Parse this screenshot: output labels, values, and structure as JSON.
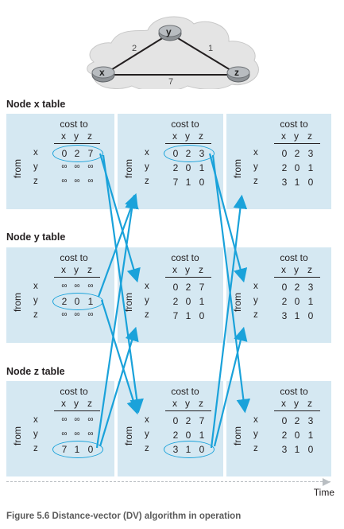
{
  "network": {
    "nodes": [
      "x",
      "y",
      "z"
    ],
    "links": [
      {
        "from": "x",
        "to": "y",
        "cost": "2"
      },
      {
        "from": "y",
        "to": "z",
        "cost": "1"
      },
      {
        "from": "x",
        "to": "z",
        "cost": "7"
      }
    ]
  },
  "labels": {
    "cost_to": "cost to",
    "from": "from",
    "columns": [
      "x",
      "y",
      "z"
    ],
    "rows": [
      "x",
      "y",
      "z"
    ],
    "infinity": "∞",
    "time": "Time"
  },
  "sections": [
    {
      "title": "Node x table",
      "tables": [
        {
          "rows": [
            [
              "0",
              "2",
              "7"
            ],
            [
              "∞",
              "∞",
              "∞"
            ],
            [
              "∞",
              "∞",
              "∞"
            ]
          ],
          "highlight_row": 0
        },
        {
          "rows": [
            [
              "0",
              "2",
              "3"
            ],
            [
              "2",
              "0",
              "1"
            ],
            [
              "7",
              "1",
              "0"
            ]
          ],
          "highlight_row": 0
        },
        {
          "rows": [
            [
              "0",
              "2",
              "3"
            ],
            [
              "2",
              "0",
              "1"
            ],
            [
              "3",
              "1",
              "0"
            ]
          ],
          "highlight_row": null
        }
      ]
    },
    {
      "title": "Node y table",
      "tables": [
        {
          "rows": [
            [
              "∞",
              "∞",
              "∞"
            ],
            [
              "2",
              "0",
              "1"
            ],
            [
              "∞",
              "∞",
              "∞"
            ]
          ],
          "highlight_row": 1
        },
        {
          "rows": [
            [
              "0",
              "2",
              "7"
            ],
            [
              "2",
              "0",
              "1"
            ],
            [
              "7",
              "1",
              "0"
            ]
          ],
          "highlight_row": null
        },
        {
          "rows": [
            [
              "0",
              "2",
              "3"
            ],
            [
              "2",
              "0",
              "1"
            ],
            [
              "3",
              "1",
              "0"
            ]
          ],
          "highlight_row": null
        }
      ]
    },
    {
      "title": "Node z table",
      "tables": [
        {
          "rows": [
            [
              "∞",
              "∞",
              "∞"
            ],
            [
              "∞",
              "∞",
              "∞"
            ],
            [
              "7",
              "1",
              "0"
            ]
          ],
          "highlight_row": 2
        },
        {
          "rows": [
            [
              "0",
              "2",
              "7"
            ],
            [
              "2",
              "0",
              "1"
            ],
            [
              "3",
              "1",
              "0"
            ]
          ],
          "highlight_row": 2
        },
        {
          "rows": [
            [
              "0",
              "2",
              "3"
            ],
            [
              "2",
              "0",
              "1"
            ],
            [
              "3",
              "1",
              "0"
            ]
          ],
          "highlight_row": null
        }
      ]
    }
  ],
  "caption": "Figure 5.6 Distance-vector (DV) algorithm in operation",
  "colors": {
    "panel": "#d5e8f2",
    "arrow": "#1aa2da",
    "cloud": "#e4e4e4"
  }
}
